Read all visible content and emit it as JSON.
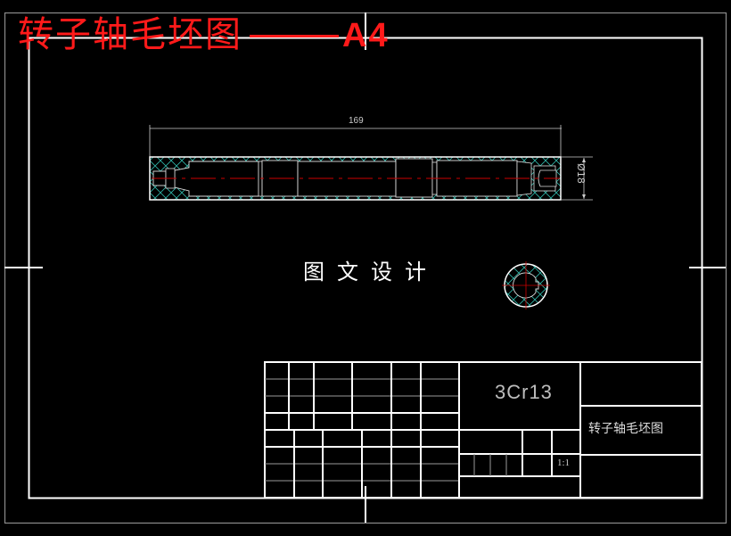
{
  "drawing": {
    "header_title": "转子轴毛坯图",
    "header_separator": "——",
    "sheet_size": "A4",
    "watermark": "图文设计",
    "dimensions": {
      "overall_length": "169",
      "diameter": "Ø18"
    },
    "title_block": {
      "material": "3Cr13",
      "drawing_name": "转子轴毛坯图",
      "scale": "1:1"
    },
    "colors": {
      "background": "#000000",
      "frame": "#ffffff",
      "outer_border": "#8c8c8c",
      "title_red": "#ff1a1a",
      "centerline": "#cc0000",
      "hatch": "#2fb5a8"
    }
  }
}
